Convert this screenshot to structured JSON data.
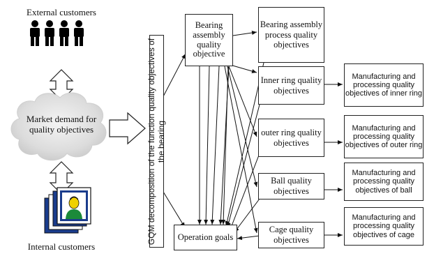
{
  "left": {
    "external_customers": "External customers",
    "market_demand": "Market demand for quality objectives",
    "internal_customers": "Internal customers"
  },
  "gqm_bar": "GQM decomposition of the function quality objectives of the bearing",
  "boxes": {
    "assembly": "Bearing assembly quality objective",
    "process": "Bearing assembly process quality objectives",
    "inner": "Inner ring quality objectives",
    "outer": "outer ring quality objectives",
    "ball": "Ball quality objectives",
    "cage": "Cage quality objectives",
    "operation": "Operation goals",
    "mfg_inner": "Manufacturing and processing quality objectives of inner ring",
    "mfg_outer": "Manufacturing and processing quality objectives of outer ring",
    "mfg_ball": "Manufacturing and processing quality objectives of ball",
    "mfg_cage": "Manufacturing and processing quality objectives of cage"
  }
}
